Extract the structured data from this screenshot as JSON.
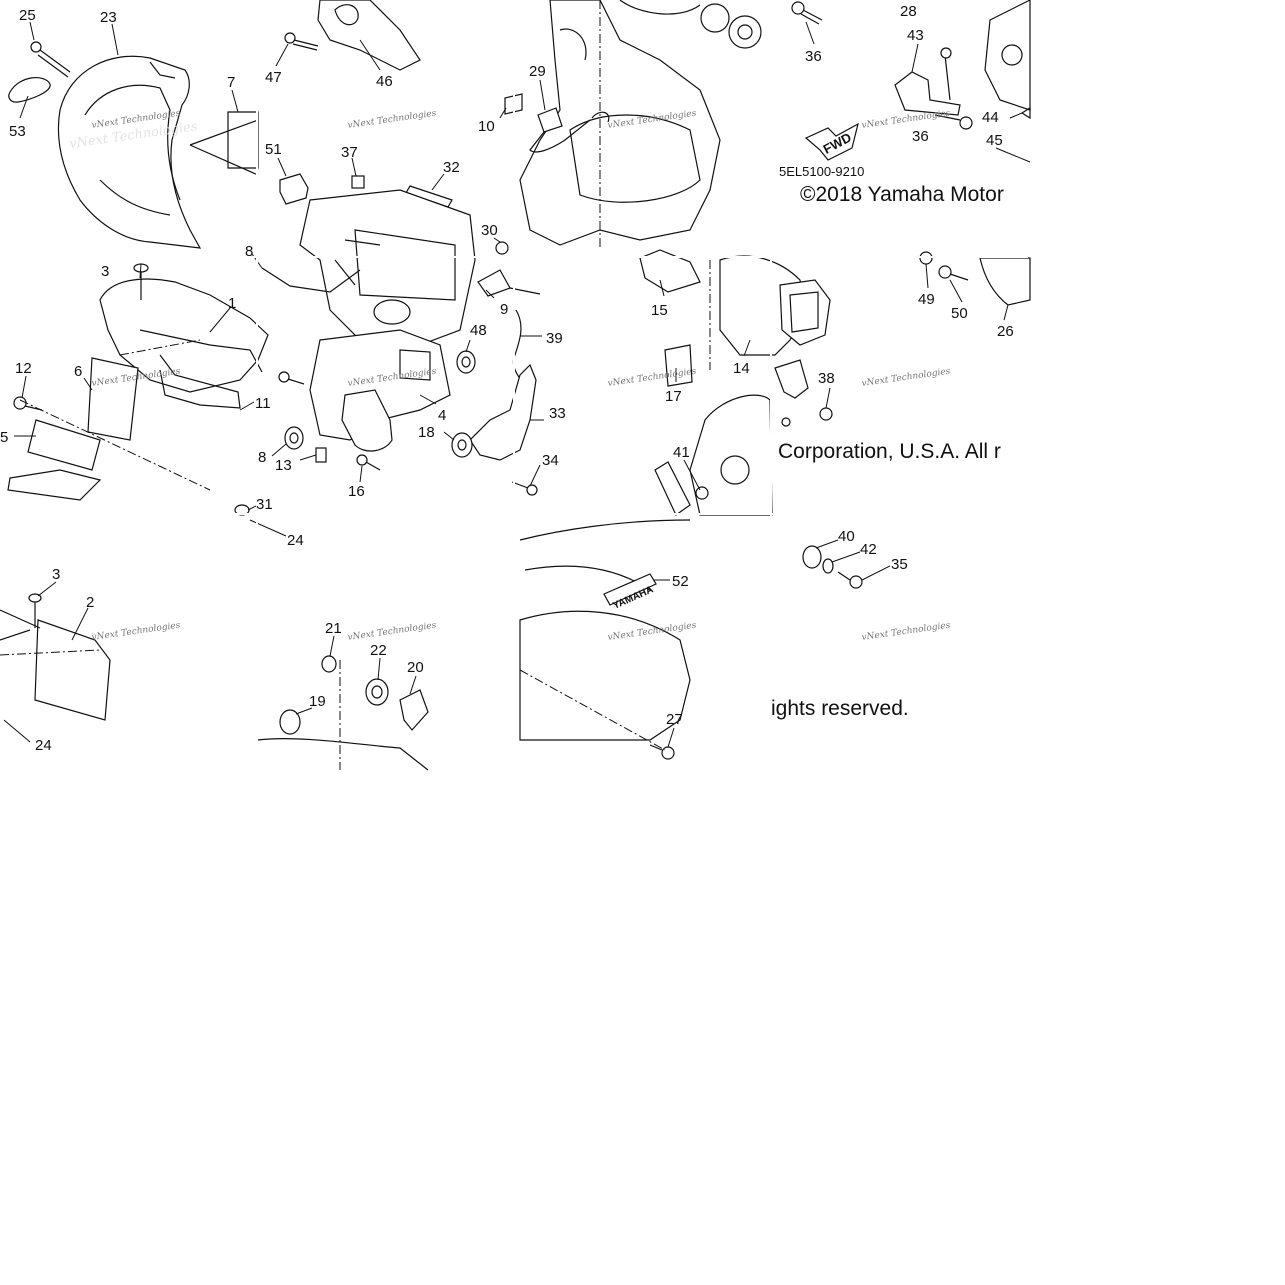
{
  "diagram": {
    "copyright_line1": "©2018 Yamaha Motor",
    "copyright_line2": "Corporation, U.S.A. All r",
    "copyright_line3": "ights reserved.",
    "diagram_code": "5EL5100-9210",
    "fwd_label": "FWD",
    "emblem_label": "YAMAHA",
    "watermark_text": "vNext Technologies",
    "callouts": [
      {
        "id": "25",
        "label": "25"
      },
      {
        "id": "23",
        "label": "23"
      },
      {
        "id": "53",
        "label": "53"
      },
      {
        "id": "7",
        "label": "7"
      },
      {
        "id": "47",
        "label": "47"
      },
      {
        "id": "46",
        "label": "46"
      },
      {
        "id": "29",
        "label": "29"
      },
      {
        "id": "10",
        "label": "10"
      },
      {
        "id": "28",
        "label": "28"
      },
      {
        "id": "36a",
        "label": "36"
      },
      {
        "id": "43",
        "label": "43"
      },
      {
        "id": "44",
        "label": "44"
      },
      {
        "id": "36b",
        "label": "36"
      },
      {
        "id": "45",
        "label": "45"
      },
      {
        "id": "51",
        "label": "51"
      },
      {
        "id": "37",
        "label": "37"
      },
      {
        "id": "32",
        "label": "32"
      },
      {
        "id": "30",
        "label": "30"
      },
      {
        "id": "8a",
        "label": "8"
      },
      {
        "id": "3a",
        "label": "3"
      },
      {
        "id": "1",
        "label": "1"
      },
      {
        "id": "9",
        "label": "9"
      },
      {
        "id": "48",
        "label": "48"
      },
      {
        "id": "39",
        "label": "39"
      },
      {
        "id": "15",
        "label": "15"
      },
      {
        "id": "49",
        "label": "49"
      },
      {
        "id": "50",
        "label": "50"
      },
      {
        "id": "26",
        "label": "26"
      },
      {
        "id": "14",
        "label": "14"
      },
      {
        "id": "12",
        "label": "12"
      },
      {
        "id": "6",
        "label": "6"
      },
      {
        "id": "11",
        "label": "11"
      },
      {
        "id": "4",
        "label": "4"
      },
      {
        "id": "17",
        "label": "17"
      },
      {
        "id": "38",
        "label": "38"
      },
      {
        "id": "5",
        "label": "5"
      },
      {
        "id": "13",
        "label": "13"
      },
      {
        "id": "18",
        "label": "18"
      },
      {
        "id": "33",
        "label": "33"
      },
      {
        "id": "8b",
        "label": "8"
      },
      {
        "id": "16",
        "label": "16"
      },
      {
        "id": "34",
        "label": "34"
      },
      {
        "id": "41",
        "label": "41"
      },
      {
        "id": "31",
        "label": "31"
      },
      {
        "id": "24a",
        "label": "24"
      },
      {
        "id": "40",
        "label": "40"
      },
      {
        "id": "42",
        "label": "42"
      },
      {
        "id": "35",
        "label": "35"
      },
      {
        "id": "52",
        "label": "52"
      },
      {
        "id": "3b",
        "label": "3"
      },
      {
        "id": "2",
        "label": "2"
      },
      {
        "id": "21",
        "label": "21"
      },
      {
        "id": "22",
        "label": "22"
      },
      {
        "id": "20",
        "label": "20"
      },
      {
        "id": "19",
        "label": "19"
      },
      {
        "id": "27",
        "label": "27"
      },
      {
        "id": "24b",
        "label": "24"
      }
    ]
  }
}
